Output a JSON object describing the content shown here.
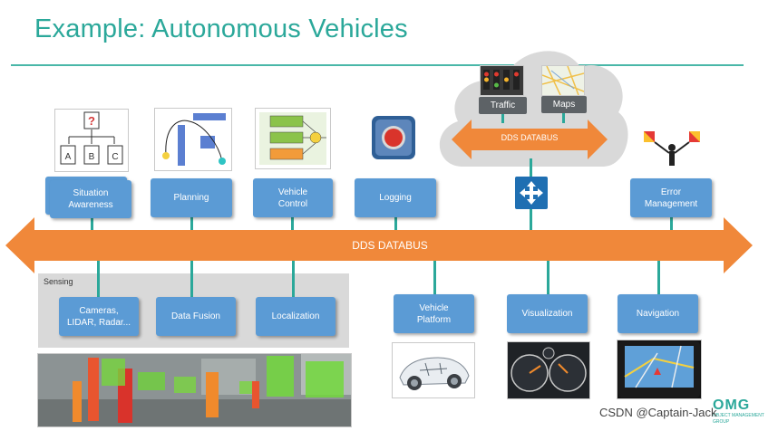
{
  "slide": {
    "title": "Example: Autonomous Vehicles",
    "watermark": "CSDN @Captain-Jack",
    "logo_text": "OMG",
    "logo_subtext": "OBJECT MANAGEMENT GROUP"
  },
  "databus": {
    "main_label": "DDS DATABUS",
    "cloud_label": "DDS DATABUS"
  },
  "cloud": {
    "traffic_label": "Traffic",
    "maps_label": "Maps"
  },
  "top_modules": [
    {
      "label": "Situation\nAwareness"
    },
    {
      "label": "Planning"
    },
    {
      "label": "Vehicle\nControl"
    },
    {
      "label": "Logging"
    },
    {
      "label": "Error\nManagement"
    }
  ],
  "sensing": {
    "title": "Sensing",
    "modules": [
      {
        "label": "Cameras,\nLIDAR, Radar..."
      },
      {
        "label": "Data Fusion"
      },
      {
        "label": "Localization"
      }
    ]
  },
  "bottom_modules": [
    {
      "label": "Vehicle\nPlatform"
    },
    {
      "label": "Visualization"
    },
    {
      "label": "Navigation"
    }
  ],
  "colors": {
    "accent_teal": "#2ba89a",
    "bus_orange": "#f0883a",
    "module_blue": "#5b9bd5",
    "cloud_gray": "#d9d9d9"
  }
}
